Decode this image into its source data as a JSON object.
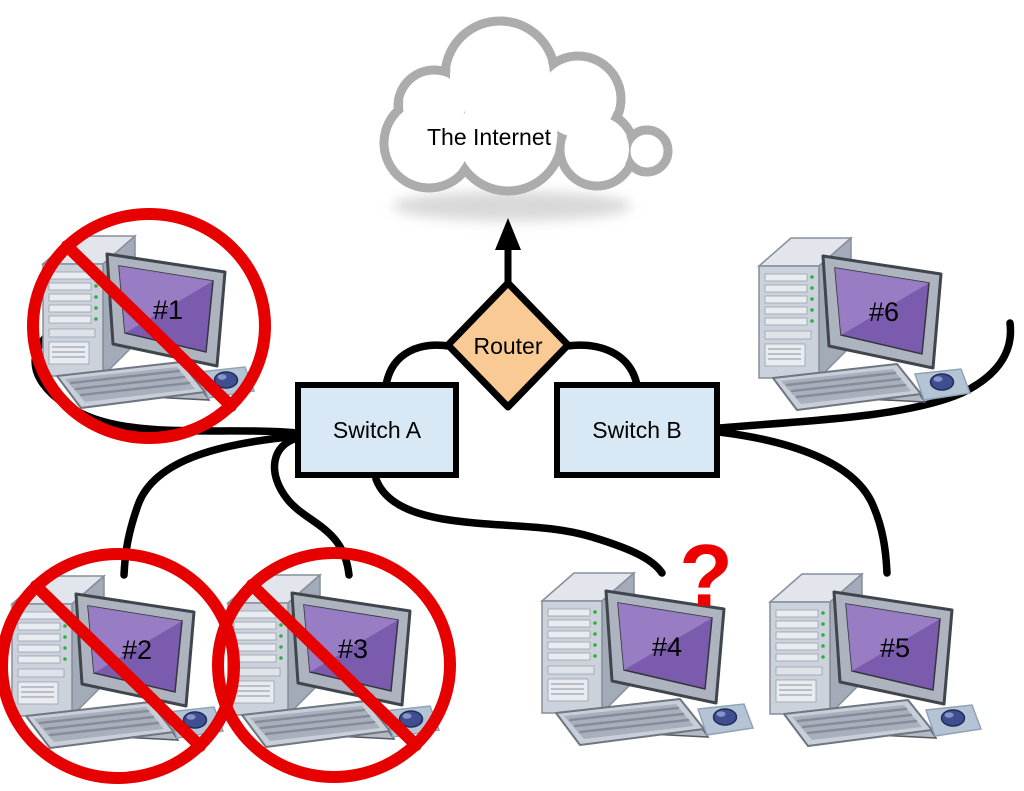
{
  "diagram": {
    "cloud": {
      "label": "The Internet"
    },
    "router": {
      "label": "Router"
    },
    "switches": [
      {
        "label": "Switch A"
      },
      {
        "label": "Switch B"
      }
    ],
    "computers": [
      {
        "label": "#1",
        "status": "blocked",
        "switch": "Switch A"
      },
      {
        "label": "#2",
        "status": "blocked",
        "switch": "Switch A"
      },
      {
        "label": "#3",
        "status": "blocked",
        "switch": "Switch A"
      },
      {
        "label": "#4",
        "status": "unknown",
        "switch": "Switch A"
      },
      {
        "label": "#5",
        "status": "ok",
        "switch": "Switch B"
      },
      {
        "label": "#6",
        "status": "ok",
        "switch": "Switch B"
      }
    ],
    "question_mark": "?",
    "connections": [
      {
        "from": "Router",
        "to": "The Internet",
        "type": "arrow"
      },
      {
        "from": "Switch A",
        "to": "Router"
      },
      {
        "from": "Switch B",
        "to": "Router"
      },
      {
        "from": "Switch A",
        "to": "#1"
      },
      {
        "from": "Switch A",
        "to": "#2"
      },
      {
        "from": "Switch A",
        "to": "#3"
      },
      {
        "from": "Switch A",
        "to": "#4",
        "state": "disconnected-dangling"
      },
      {
        "from": "Switch B",
        "to": "#5"
      },
      {
        "from": "Switch B",
        "to": "#6"
      }
    ],
    "colors": {
      "router_fill": "#FACA94",
      "switch_fill": "#D8E9F5",
      "cable": "#000000",
      "blocked_ring": "#E60000",
      "question_mark": "#EE0000",
      "cloud_outline": "#ACACAC",
      "screen_purple": "#7A5BAE"
    }
  }
}
